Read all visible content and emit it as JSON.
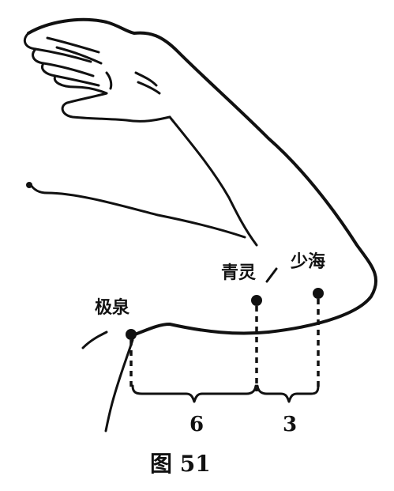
{
  "labels": {
    "point_jiquan": "极泉",
    "point_qingling": "青灵",
    "point_shaohai": "少海",
    "measure_left": "6",
    "measure_right": "3",
    "caption": "图 51"
  }
}
